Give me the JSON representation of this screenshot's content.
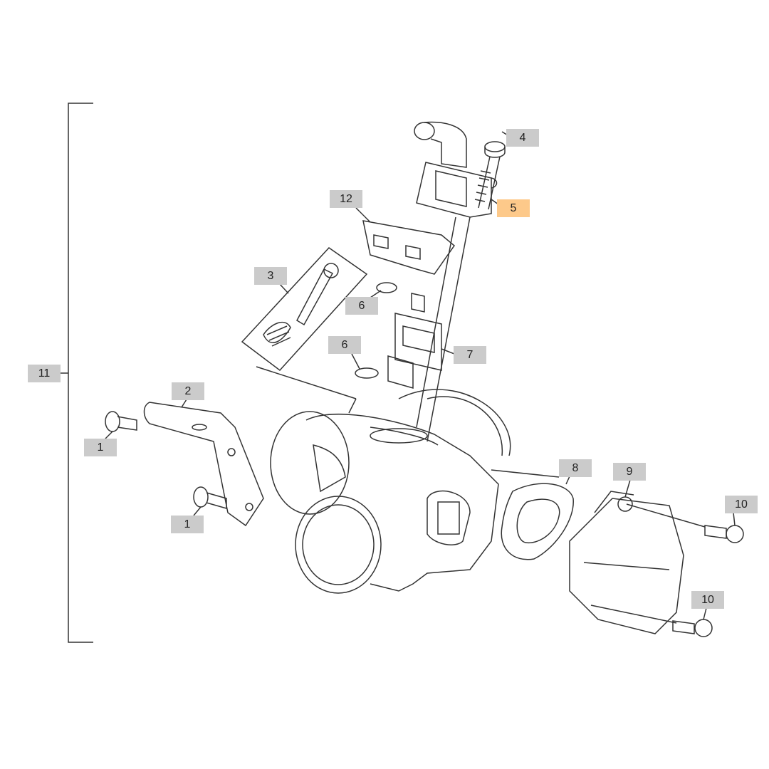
{
  "diagram": {
    "callouts": [
      {
        "id": "11",
        "label": "11",
        "highlighted": false
      },
      {
        "id": "4",
        "label": "4",
        "highlighted": false
      },
      {
        "id": "5",
        "label": "5",
        "highlighted": true
      },
      {
        "id": "12",
        "label": "12",
        "highlighted": false
      },
      {
        "id": "3",
        "label": "3",
        "highlighted": false
      },
      {
        "id": "6a",
        "label": "6",
        "highlighted": false
      },
      {
        "id": "6b",
        "label": "6",
        "highlighted": false
      },
      {
        "id": "7",
        "label": "7",
        "highlighted": false
      },
      {
        "id": "2",
        "label": "2",
        "highlighted": false
      },
      {
        "id": "1a",
        "label": "1",
        "highlighted": false
      },
      {
        "id": "1b",
        "label": "1",
        "highlighted": false
      },
      {
        "id": "8",
        "label": "8",
        "highlighted": false
      },
      {
        "id": "9",
        "label": "9",
        "highlighted": false
      },
      {
        "id": "10a",
        "label": "10",
        "highlighted": false
      },
      {
        "id": "10b",
        "label": "10",
        "highlighted": false
      }
    ],
    "colors": {
      "label_bg": "#cbcbcb",
      "highlight_bg": "#fdc98a",
      "line": "#333333"
    }
  }
}
